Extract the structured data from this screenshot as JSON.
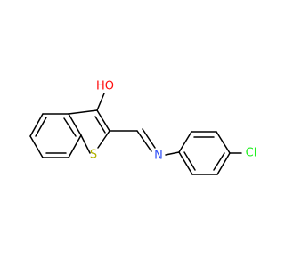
{
  "molecule": {
    "atoms": {
      "oh": {
        "label": "HO",
        "color": "#ff0d0d"
      },
      "s": {
        "label": "S",
        "color": "#b2b200"
      },
      "n": {
        "label": "N",
        "color": "#3050f8"
      },
      "cl": {
        "label": "Cl",
        "color": "#1ff01f"
      }
    },
    "bond_color": "#000000"
  }
}
